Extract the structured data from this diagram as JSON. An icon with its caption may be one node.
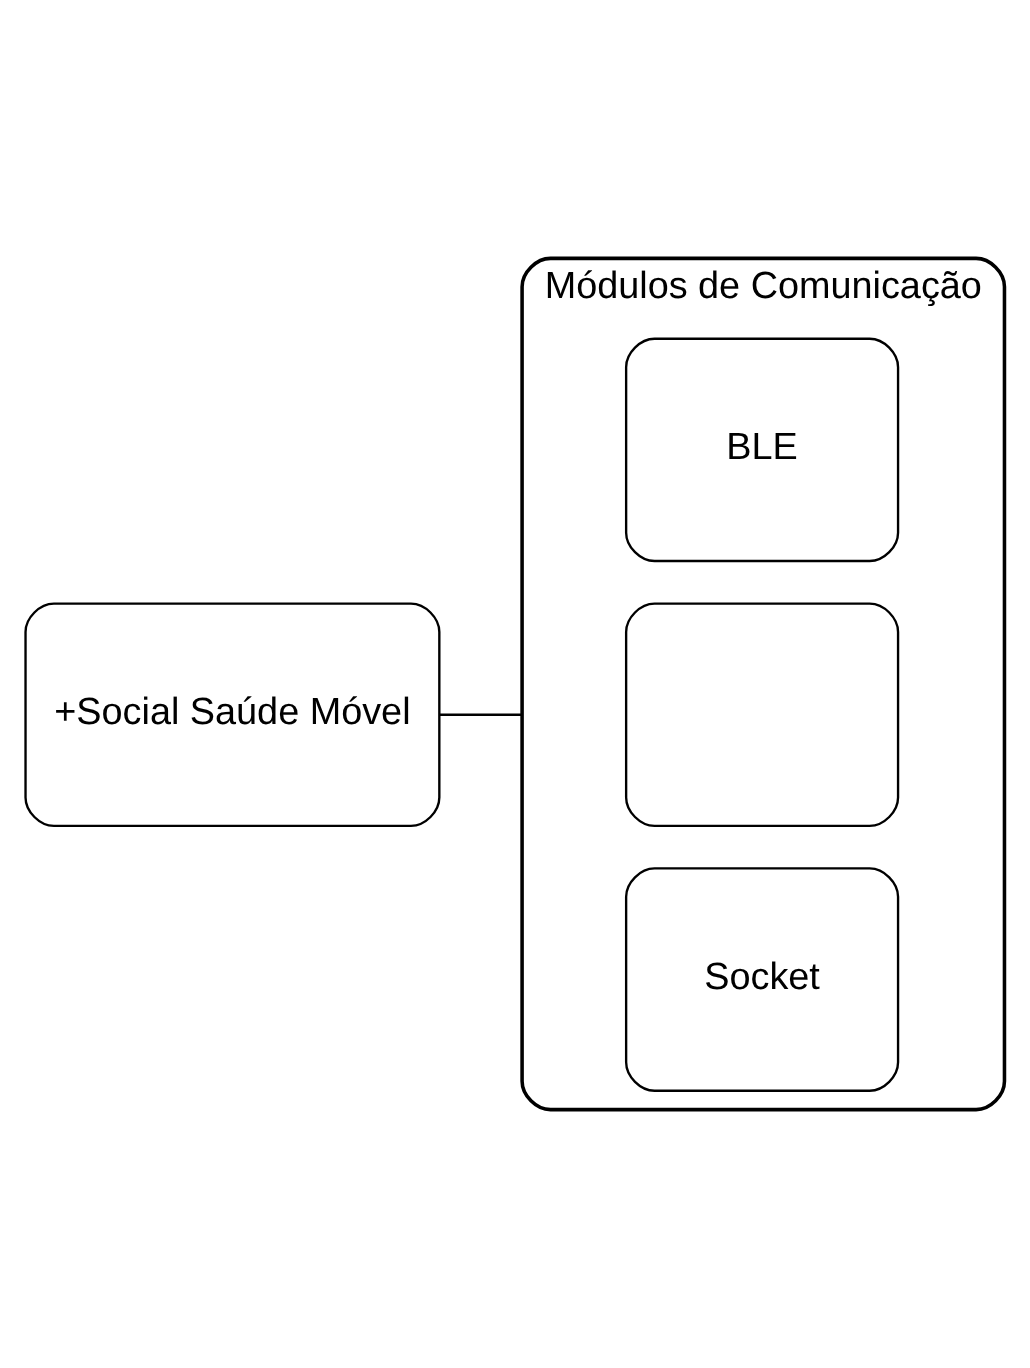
{
  "diagram": {
    "nodes": [
      {
        "text": [
          "+Social Saúde Móvel"
        ]
      },
      {
        "text": [
          "Módulos de Comunicação"
        ]
      },
      {
        "text": [
          "BLE"
        ],
        "in": 1
      },
      {
        "text": [],
        "shape": "box",
        "in": 1
      },
      {
        "text": [
          "Socket"
        ],
        "in": 1
      }
    ],
    "edges": [
      {
        "from": 0,
        "to": 1,
        "arrow": "none"
      }
    ]
  }
}
